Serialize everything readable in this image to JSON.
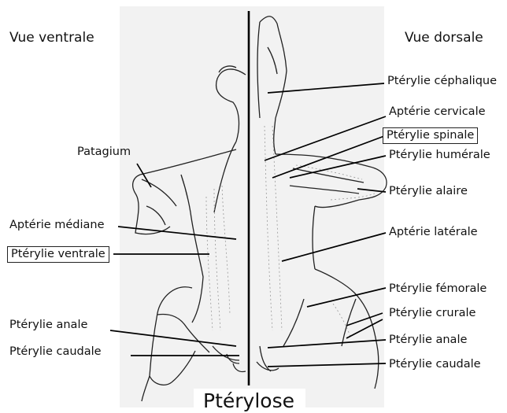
{
  "titles": {
    "ventral": "Vue ventrale",
    "dorsal": "Vue dorsale",
    "main": "Ptérylose"
  },
  "labels_left": {
    "patagium": "Patagium",
    "apterie_mediane": "Aptérie médiane",
    "pterylie_ventrale": "Ptérylie ventrale",
    "pterylie_anale": "Ptérylie anale",
    "pterylie_caudale": "Ptérylie caudale"
  },
  "labels_right": {
    "pterylie_cephalique": "Ptérylie céphalique",
    "apterie_cervicale": "Aptérie cervicale",
    "pterylie_spinale": "Ptérylie spinale",
    "pterylie_humerale": "Ptérylie humérale",
    "pterylie_alaire": "Ptérylie alaire",
    "apterie_laterale": "Aptérie latérale",
    "pterylie_femorale": "Ptérylie fémorale",
    "pterylie_crurale": "Ptérylie crurale",
    "pterylie_anale": "Ptérylie anale",
    "pterylie_caudale": "Ptérylie caudale"
  }
}
